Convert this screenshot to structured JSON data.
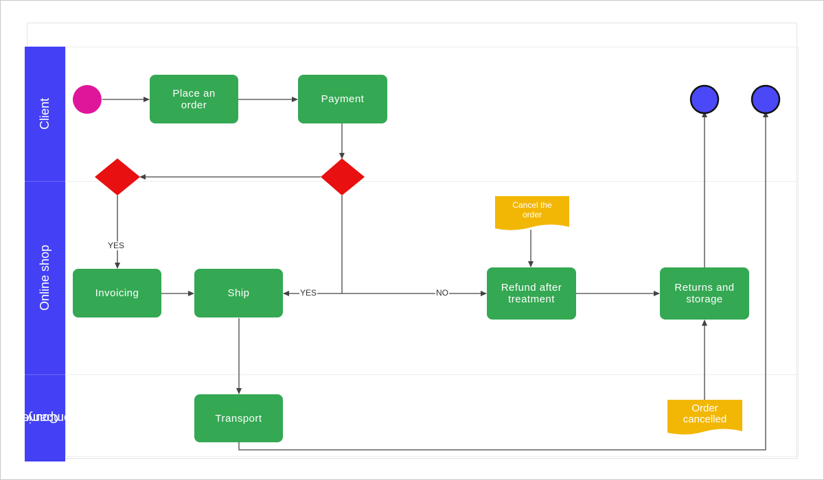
{
  "lanes": {
    "client": "Client",
    "online_shop": "Online shop",
    "courier_line1": "Courier",
    "courier_line2": "company"
  },
  "tasks": {
    "place_order_line1": "Place an",
    "place_order_line2": "order",
    "payment": "Payment",
    "invoicing": "Invoicing",
    "ship": "Ship",
    "refund_line1": "Refund after",
    "refund_line2": "treatment",
    "returns_line1": "Returns and",
    "returns_line2": "storage",
    "transport": "Transport"
  },
  "documents": {
    "cancel_line1": "Cancel the",
    "cancel_line2": "order",
    "cancelled_line1": "Order",
    "cancelled_line2": "cancelled"
  },
  "edge_labels": {
    "yes_invoicing": "YES",
    "yes_ship": "YES",
    "no_refund": "NO"
  },
  "colors": {
    "lane_band": "#4340f6",
    "task_fill": "#34a853",
    "gateway_fill": "#e81010",
    "start_event": "#e0169a",
    "end_event": "#4b48f8",
    "document_fill": "#f2b705",
    "connector": "#444444"
  }
}
